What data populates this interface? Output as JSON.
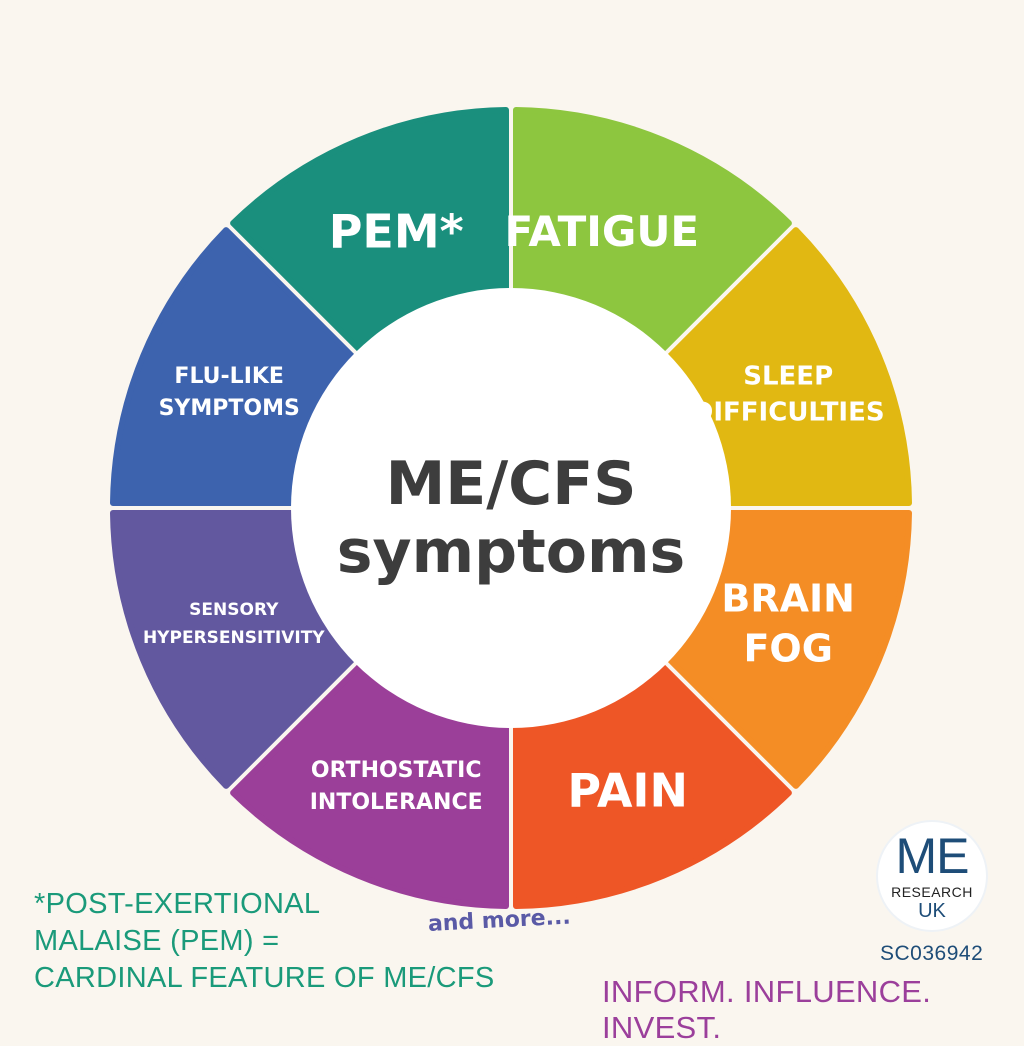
{
  "segments": [
    {
      "lines": [
        "FATIGUE"
      ],
      "color": "#8dc63f"
    },
    {
      "lines": [
        "SLEEP",
        "DIFFICULTIES"
      ],
      "color": "#e1b812"
    },
    {
      "lines": [
        "BRAIN",
        "FOG"
      ],
      "color": "#f48d25"
    },
    {
      "lines": [
        "PAIN"
      ],
      "color": "#ee5626"
    },
    {
      "lines": [
        "ORTHOSTATIC",
        "INTOLERANCE"
      ],
      "color": "#9b3f99"
    },
    {
      "lines": [
        "SENSORY",
        "HYPERSENSITIVITY"
      ],
      "color": "#62589f"
    },
    {
      "lines": [
        "FLU-LIKE",
        "SYMPTOMS"
      ],
      "color": "#3d63ae"
    },
    {
      "lines": [
        "PEM*"
      ],
      "color": "#1a8f7d"
    }
  ],
  "center": {
    "line1": "ME/CFS",
    "line2": "symptoms"
  },
  "and_more": "and more...",
  "footnote": {
    "line1": "*POST-EXERTIONAL",
    "line2": "MALAISE (PEM) =",
    "line3": "CARDINAL FEATURE OF ME/CFS"
  },
  "logo": {
    "main": "ME",
    "sub": "RESEARCH",
    "country": "UK"
  },
  "charity_number": "SC036942",
  "tagline": "INFORM. INFLUENCE. INVEST."
}
